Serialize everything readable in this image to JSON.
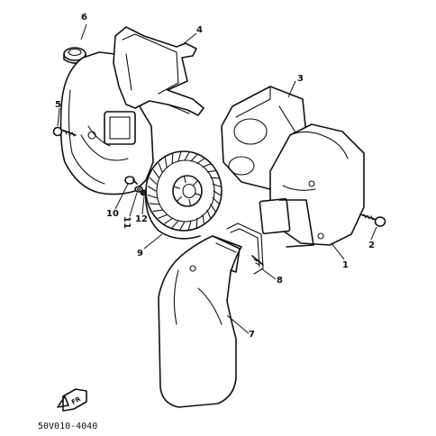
{
  "diagram": {
    "code": "50V010-4040",
    "front_arrow_label": "FR",
    "callouts": [
      {
        "id": "1",
        "label": "1"
      },
      {
        "id": "2",
        "label": "2"
      },
      {
        "id": "3",
        "label": "3"
      },
      {
        "id": "4",
        "label": "4"
      },
      {
        "id": "5",
        "label": "5"
      },
      {
        "id": "6",
        "label": "6"
      },
      {
        "id": "7",
        "label": "7"
      },
      {
        "id": "8",
        "label": "8"
      },
      {
        "id": "9",
        "label": "9"
      },
      {
        "id": "10",
        "label": "10"
      },
      {
        "id": "11",
        "label": "11"
      },
      {
        "id": "12",
        "label": "12"
      }
    ]
  }
}
